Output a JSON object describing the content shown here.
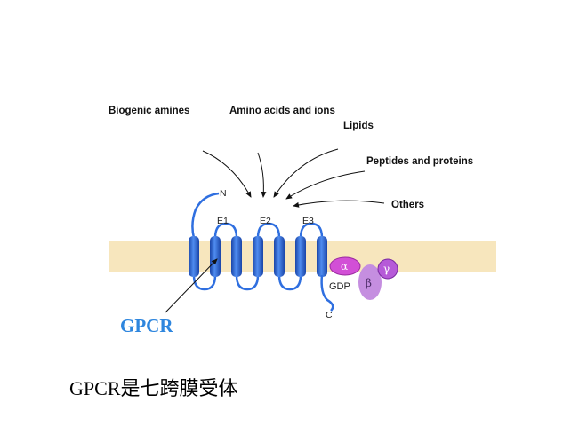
{
  "ligands": {
    "biogenic_amines": "Biogenic amines",
    "amino_acids": "Amino acids and ions",
    "lipids": "Lipids",
    "peptides": "Peptides and proteins",
    "others": "Others"
  },
  "receptor": {
    "n_term": "N",
    "c_term": "C",
    "loops": [
      "E1",
      "E2",
      "E3"
    ],
    "label": "GPCR"
  },
  "g_protein": {
    "alpha": "α",
    "beta": "β",
    "gamma": "γ",
    "gdp": "GDP"
  },
  "caption": "GPCR是七跨膜受体",
  "colors": {
    "membrane": "#f7e6bd",
    "helix": "#2f6fe0",
    "helix_dark": "#1a45a8",
    "alpha": "#d24fd6",
    "beta": "#c58ee0",
    "gamma": "#b65ad8",
    "gpcr_text": "#2e86de"
  }
}
